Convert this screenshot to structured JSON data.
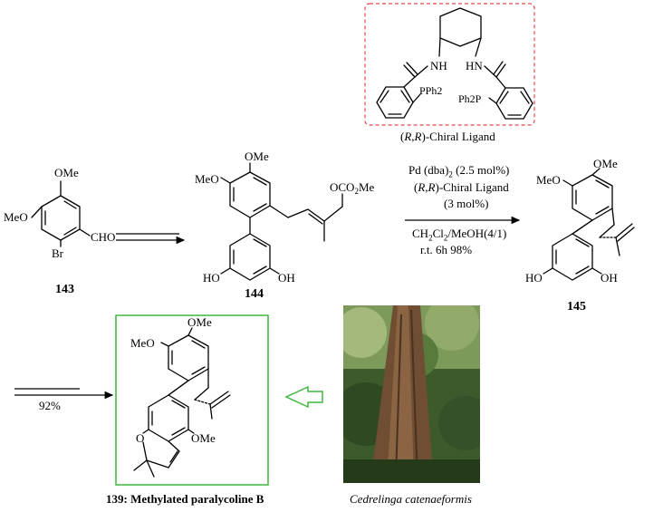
{
  "colors": {
    "ligand_box": "#e5484d",
    "product_box": "#3fb63f",
    "hollow_arrow": "#3fb63f"
  },
  "ligand": {
    "caption": "(R,R)-Chiral Ligand",
    "nh": "NH",
    "hn": "HN",
    "pph2": "PPh2",
    "ph2p": "Ph2P"
  },
  "compounds": {
    "c143": {
      "id": "143",
      "ome": "OMe",
      "meo": "MeO",
      "br": "Br",
      "cho": "CHO"
    },
    "c144": {
      "id": "144",
      "ome": "OMe",
      "meo": "MeO",
      "oco2me": "OCO2Me",
      "oh1": "HO",
      "oh2": "OH"
    },
    "c145": {
      "id": "145",
      "ome": "OMe",
      "meo": "MeO",
      "oh1": "HO",
      "oh2": "OH"
    },
    "c139": {
      "caption": "139: Methylated paralycoline B",
      "ome1": "OMe",
      "meo": "MeO",
      "ome2": "OMe",
      "o": "O"
    }
  },
  "conditions": {
    "line1": "Pd (dba)2 (2.5 mol%)",
    "line2": "(R,R)-Chiral Ligand",
    "line3": "(3 mol%)",
    "line4": "CH2Cl2/MeOH(4/1)",
    "line5": "r.t. 6h 98%"
  },
  "step2_yield": "92%",
  "photo_caption": "Cedrelinga catenaeformis"
}
